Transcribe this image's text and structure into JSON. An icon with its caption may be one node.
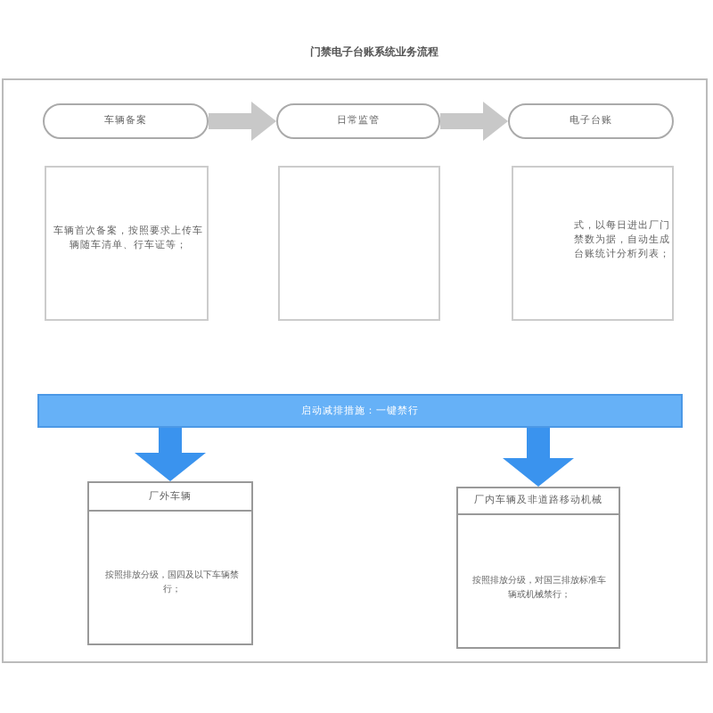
{
  "diagram": {
    "title": "门禁电子台账系统业务流程",
    "nodes": [
      {
        "text": [
          "车辆备案"
        ]
      },
      {
        "text": [
          "日常监管"
        ]
      },
      {
        "text": [
          "电子台账"
        ]
      },
      {
        "text": [
          "车辆首次备案，按照要求上传车辆随车清单、行车证等；"
        ]
      },
      {
        "text": [],
        "shape": "box"
      },
      {
        "text": [
          "式，以每日进出厂门禁数为据，自动生成台账统计分析列表；"
        ]
      },
      {
        "text": [
          "启动减排措施：一键禁行"
        ]
      },
      {
        "text": [
          "厂外车辆",
          "按照排放分级，国四及以下车辆禁行；"
        ]
      },
      {
        "text": [
          "厂内车辆及非道路移动机械",
          "按照排放分级，对国三排放标准车辆或机械禁行；"
        ]
      }
    ],
    "edges": [
      {
        "from": 0,
        "to": 1,
        "arrow": "to",
        "color": "#c8c8c8"
      },
      {
        "from": 1,
        "to": 2,
        "arrow": "to",
        "color": "#c8c8c8"
      },
      {
        "from": 6,
        "to": 7,
        "arrow": "to",
        "color": "#3a93ee"
      },
      {
        "from": 6,
        "to": 8,
        "arrow": "to",
        "color": "#3a93ee"
      }
    ]
  }
}
